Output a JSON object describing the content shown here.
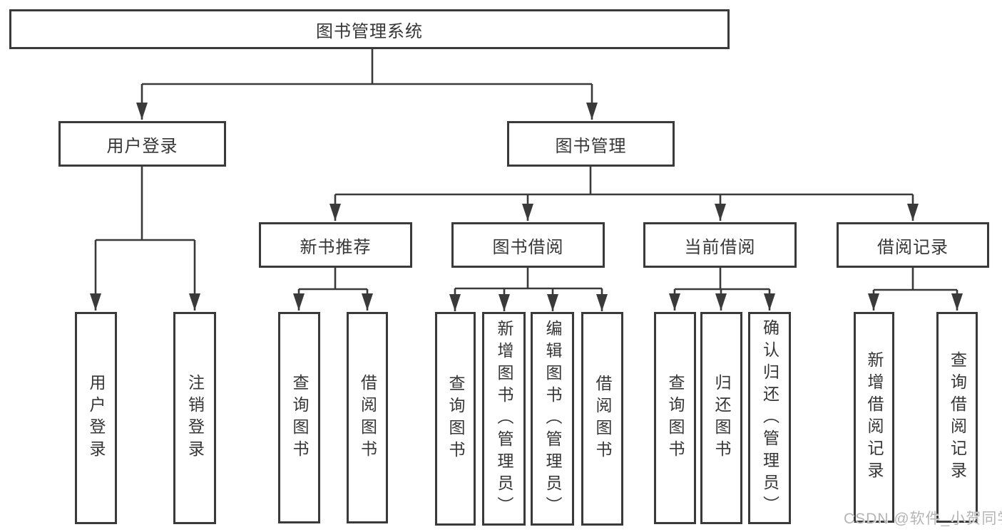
{
  "diagram": {
    "title": "图书管理系统",
    "branches": [
      {
        "label": "用户登录",
        "children": [
          "用户登录",
          "注销登录"
        ]
      },
      {
        "label": "图书管理",
        "sections": [
          {
            "label": "新书推荐",
            "children": [
              "查询图书",
              "借阅图书"
            ]
          },
          {
            "label": "图书借阅",
            "children": [
              "查询图书",
              "新增图书（管理员）",
              "编辑图书（管理员）",
              "借阅图书"
            ]
          },
          {
            "label": "当前借阅",
            "children": [
              "查询图书",
              "归还图书",
              "确认归还（管理员）"
            ]
          },
          {
            "label": "借阅记录",
            "children": [
              "新增借阅记录",
              "查询借阅记录"
            ]
          }
        ]
      }
    ]
  },
  "watermark": "CSDN @软件_小贺同学",
  "colors": {
    "line": "#3a3a3a",
    "text": "#363636",
    "background": "#ffffff",
    "watermark": "#b5b5b5"
  }
}
